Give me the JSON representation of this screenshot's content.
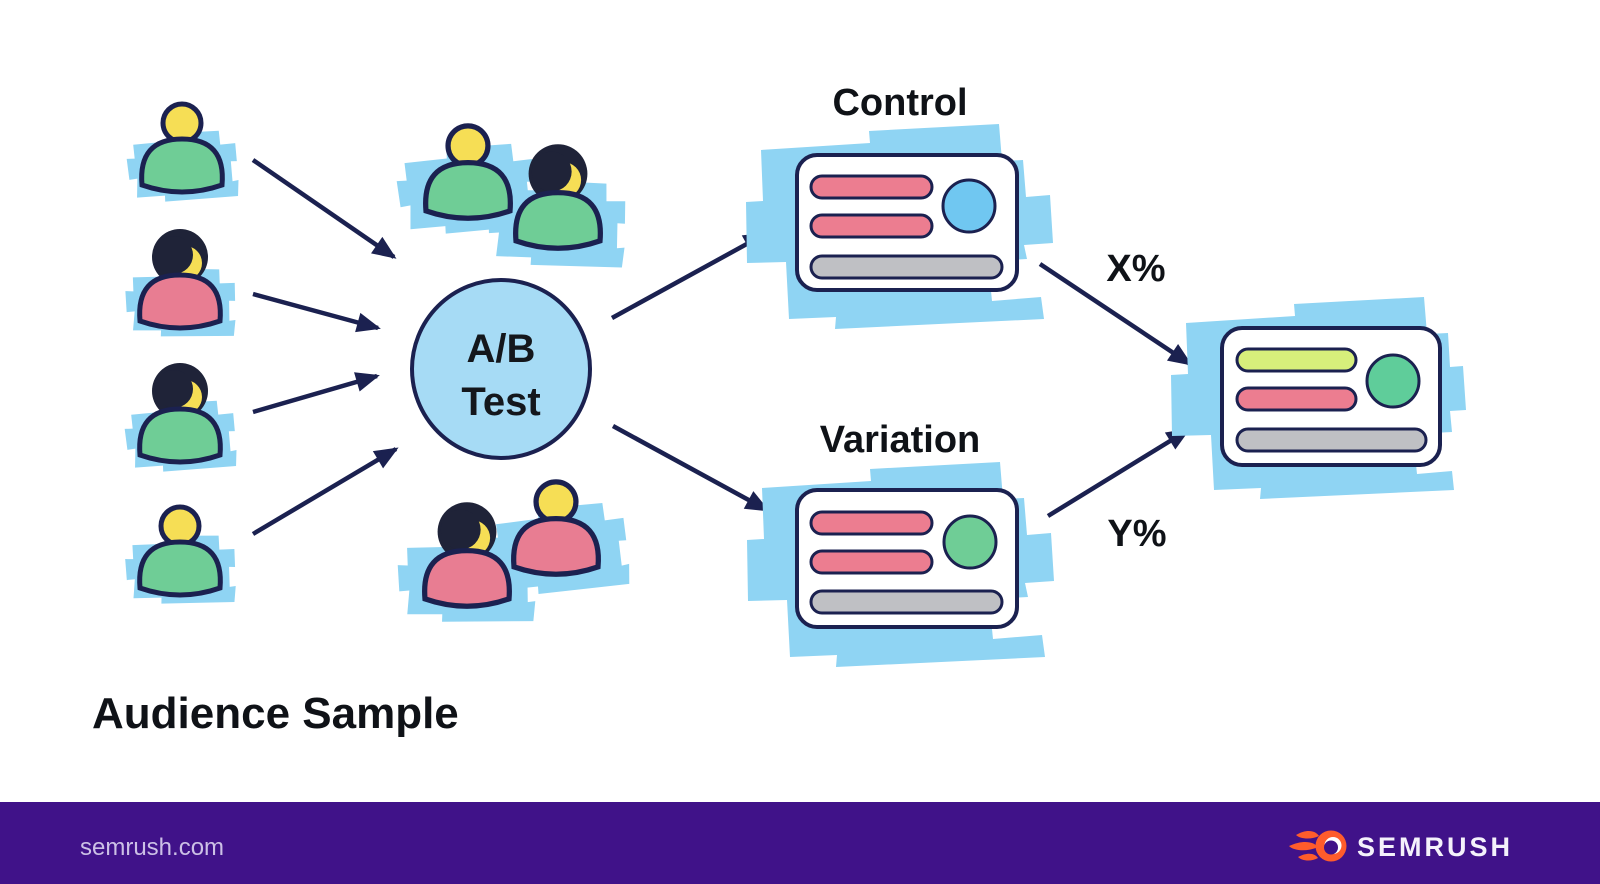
{
  "diagram": {
    "audience": {
      "label": "Audience Sample",
      "members": [
        {
          "icon": "person-icon",
          "body_color": "green",
          "hair": "none"
        },
        {
          "icon": "person-long-hair-icon",
          "body_color": "pink",
          "hair": "dark"
        },
        {
          "icon": "person-long-hair-icon",
          "body_color": "green",
          "hair": "dark"
        },
        {
          "icon": "person-icon",
          "body_color": "green",
          "hair": "none"
        }
      ]
    },
    "hub": {
      "label_line1": "A/B",
      "label_line2": "Test"
    },
    "groups": [
      {
        "position": "above-hub",
        "members": [
          {
            "icon": "person-icon",
            "body_color": "green"
          },
          {
            "icon": "person-long-hair-icon",
            "body_color": "green"
          }
        ]
      },
      {
        "position": "below-hub",
        "members": [
          {
            "icon": "person-long-hair-icon",
            "body_color": "pink"
          },
          {
            "icon": "person-icon",
            "body_color": "pink"
          }
        ]
      }
    ],
    "branches": [
      {
        "label": "Control",
        "outcome_label": "X%",
        "card": {
          "bars": [
            "pink",
            "pink",
            "gray"
          ],
          "circle": "blue"
        }
      },
      {
        "label": "Variation",
        "outcome_label": "Y%",
        "card": {
          "bars": [
            "pink",
            "pink",
            "gray"
          ],
          "circle": "green"
        }
      }
    ],
    "result_card": {
      "bars": [
        "lime",
        "pink",
        "gray"
      ],
      "circle": "green"
    }
  },
  "footer": {
    "site": "semrush.com",
    "brand": "SEMRUSH"
  },
  "colors": {
    "background": "#ffffff",
    "outline_navy": "#1b2150",
    "highlight_blue": "#8fd4f3",
    "hub_circle_blue": "#a6dbf5",
    "card_circle_blue": "#70c7f1",
    "green": "#6fcd96",
    "pink": "#e87d92",
    "bar_pink": "#ec7d90",
    "bar_lime": "#d7ef7b",
    "bar_gray": "#bfc0c4",
    "hair_dark": "#1f2338",
    "skin_yellow": "#f6de55",
    "footer_purple": "#401289",
    "footer_text": "#ccc0e6",
    "brand_orange": "#ff5c2b",
    "label_black": "#0f1217"
  }
}
